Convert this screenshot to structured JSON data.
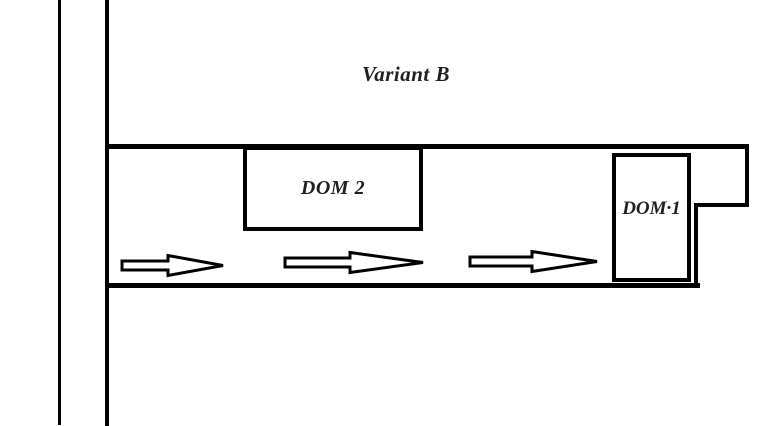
{
  "diagram": {
    "title": "Variant B",
    "boxes": {
      "dom2": {
        "label": "DOM 2"
      },
      "dom1": {
        "label": "DOM·1"
      }
    },
    "flow_arrows": [
      {
        "icon": "arrow-right-icon",
        "direction": "right"
      },
      {
        "icon": "arrow-right-icon",
        "direction": "right"
      },
      {
        "icon": "arrow-right-icon",
        "direction": "right"
      }
    ],
    "colors": {
      "line": "#000000",
      "text": "#1f1f1f",
      "background": "#ffffff"
    }
  }
}
